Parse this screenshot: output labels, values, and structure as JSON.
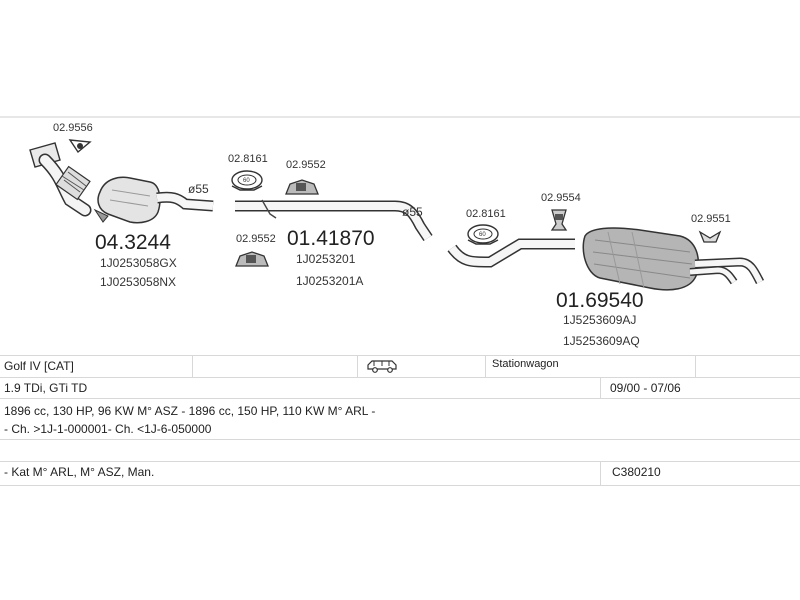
{
  "parts": {
    "clamp_front": "02.9556",
    "front_part_no": "04.3244",
    "front_oe_1": "1J0253058GX",
    "front_oe_2": "1J0253058NX",
    "diam_front": "ø55",
    "mount_1": "02.8161",
    "mount_2": "02.9552",
    "mount_3": "02.9552",
    "mid_part_no": "01.41870",
    "mid_oe_1": "1J0253201",
    "mid_oe_2": "1J0253201A",
    "diam_mid": "ø55",
    "mount_4": "02.8161",
    "mount_5": "02.9554",
    "mount_6": "02.9551",
    "rear_part_no": "01.69540",
    "rear_oe_1": "1J5253609AJ",
    "rear_oe_2": "1J5253609AQ",
    "ring_label": "60"
  },
  "info": {
    "model": "Golf IV  [CAT]",
    "body_type": "Stationwagon",
    "engine": "1.9 TDi, GTi TD",
    "years": "09/00 - 07/06",
    "specs": "1896 cc, 130 HP, 96 KW M° ASZ - 1896 cc, 150 HP, 110 KW M° ARL -",
    "chassis": "- Ch. >1J-1-000001- Ch. <1J-6-050000",
    "notes": "- Kat M° ARL, M° ASZ, Man.",
    "code": "C380210"
  },
  "icons": {
    "car": "car-wagon-icon",
    "rubber_mount": "rubber-mount-icon",
    "ring_mount": "ring-mount-icon",
    "clamp": "clamp-icon",
    "flange": "flange-icon"
  }
}
